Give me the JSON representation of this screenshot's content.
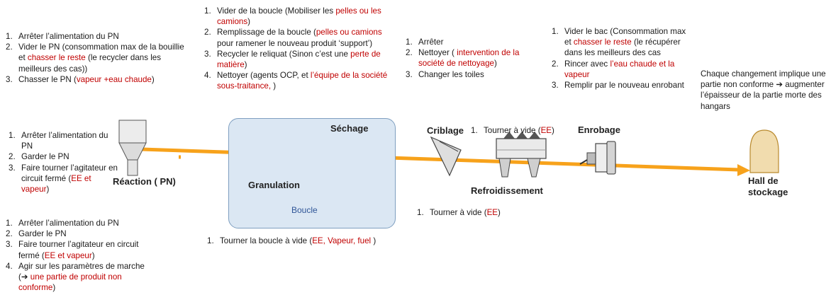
{
  "reaction_top": {
    "items": [
      {
        "num": "1.",
        "parts": [
          {
            "t": "Arrêter l’alimentation du PN",
            "red": false
          }
        ]
      },
      {
        "num": "2.",
        "parts": [
          {
            "t": "Vider le PN (consommation max de la bouillie et ",
            "red": false
          },
          {
            "t": "chasser le reste",
            "red": true
          },
          {
            "t": " (le recycler dans les meilleurs des cas))",
            "red": false
          }
        ]
      },
      {
        "num": "3.",
        "parts": [
          {
            "t": "Chasser le PN (",
            "red": false
          },
          {
            "t": "vapeur +eau chaude",
            "red": true
          },
          {
            "t": ")",
            "red": false
          }
        ]
      }
    ]
  },
  "reaction_mid": {
    "items": [
      {
        "num": "1.",
        "parts": [
          {
            "t": "Arrêter l’alimentation du PN",
            "red": false
          }
        ]
      },
      {
        "num": "2.",
        "parts": [
          {
            "t": "Garder le PN",
            "red": false
          }
        ]
      },
      {
        "num": "3.",
        "parts": [
          {
            "t": "Faire tourner l’agitateur en circuit fermé (",
            "red": false
          },
          {
            "t": "EE et vapeur",
            "red": true
          },
          {
            "t": ")",
            "red": false
          }
        ]
      }
    ]
  },
  "reaction_bottom": {
    "items": [
      {
        "num": "1.",
        "parts": [
          {
            "t": "Arrêter l’alimentation du PN",
            "red": false
          }
        ]
      },
      {
        "num": "2.",
        "parts": [
          {
            "t": "Garder le PN",
            "red": false
          }
        ]
      },
      {
        "num": "3.",
        "parts": [
          {
            "t": "Faire tourner l’agitateur en circuit fermé (",
            "red": false
          },
          {
            "t": "EE et vapeur",
            "red": true
          },
          {
            "t": ")",
            "red": false
          }
        ]
      },
      {
        "num": "4.",
        "parts": [
          {
            "t": "Agir sur les paramètres de marche (➔ ",
            "red": false
          },
          {
            "t": "une partie de produit non conforme",
            "red": true
          },
          {
            "t": ")",
            "red": false
          }
        ]
      }
    ]
  },
  "boucle_top": {
    "items": [
      {
        "num": "1.",
        "parts": [
          {
            "t": "Vider de la boucle (Mobiliser les ",
            "red": false
          },
          {
            "t": "pelles ou les camions",
            "red": true
          },
          {
            "t": ")",
            "red": false
          }
        ]
      },
      {
        "num": "2.",
        "parts": [
          {
            "t": "Remplissage de la boucle (",
            "red": false
          },
          {
            "t": "pelles ou camions",
            "red": true
          },
          {
            "t": " pour ramener le nouveau produit ‘support’)",
            "red": false
          }
        ]
      },
      {
        "num": "3.",
        "parts": [
          {
            "t": "Recycler le reliquat (Sinon c’est une ",
            "red": false
          },
          {
            "t": "perte de matière",
            "red": true
          },
          {
            "t": ")",
            "red": false
          }
        ]
      },
      {
        "num": "4.",
        "parts": [
          {
            "t": "Nettoyer (agents OCP, et ",
            "red": false
          },
          {
            "t": "l’équipe de la société sous-traitance,",
            "red": true
          },
          {
            "t": " )",
            "red": false
          }
        ]
      }
    ]
  },
  "boucle_bottom": {
    "items": [
      {
        "num": "1.",
        "parts": [
          {
            "t": "Tourner la boucle à vide (",
            "red": false
          },
          {
            "t": "EE, Vapeur, fuel",
            "red": true
          },
          {
            "t": " )",
            "red": false
          }
        ]
      }
    ]
  },
  "criblage_top": {
    "items": [
      {
        "num": "1.",
        "parts": [
          {
            "t": "Arrêter",
            "red": false
          }
        ]
      },
      {
        "num": "2.",
        "parts": [
          {
            "t": "Nettoyer ( ",
            "red": false
          },
          {
            "t": "intervention de la société de nettoyage",
            "red": true
          },
          {
            "t": ")",
            "red": false
          }
        ]
      },
      {
        "num": "3.",
        "parts": [
          {
            "t": "Changer les toiles",
            "red": false
          }
        ]
      }
    ]
  },
  "criblage_bottom": {
    "items": [
      {
        "num": "1.",
        "parts": [
          {
            "t": "Tourner à vide (",
            "red": false
          },
          {
            "t": "EE",
            "red": true
          },
          {
            "t": ")",
            "red": false
          }
        ]
      }
    ]
  },
  "refroid_top": {
    "items": [
      {
        "num": "1.",
        "parts": [
          {
            "t": "Tourner à vide (",
            "red": false
          },
          {
            "t": "EE",
            "red": true
          },
          {
            "t": ")",
            "red": false
          }
        ]
      }
    ]
  },
  "enrobage_top": {
    "items": [
      {
        "num": "1.",
        "parts": [
          {
            "t": "Vider le bac (Consommation max et ",
            "red": false
          },
          {
            "t": "chasser le reste",
            "red": true
          },
          {
            "t": " (le récupérer dans les meilleurs des cas",
            "red": false
          }
        ]
      },
      {
        "num": "2.",
        "parts": [
          {
            "t": "Rincer avec ",
            "red": false
          },
          {
            "t": "l’eau chaude et la vapeur",
            "red": true
          }
        ]
      },
      {
        "num": "3.",
        "parts": [
          {
            "t": "Remplir par le nouveau enrobant",
            "red": false
          }
        ]
      }
    ]
  },
  "note": "Chaque changement implique une partie non conforme ➔ augmenter l’épaisseur de la partie morte des hangars",
  "labels": {
    "reaction": "Réaction ( PN)",
    "granulation": "Granulation",
    "sechage": "Séchage",
    "boucle": "Boucle",
    "criblage": "Criblage",
    "refroidissement": "Refroidissement",
    "enrobage": "Enrobage",
    "hall": "Hall de stockage"
  },
  "colors": {
    "flow": "#f7a21b",
    "accent": "#c00000",
    "boucle_fill": "#dbe7f3",
    "boucle_text": "#2f5597",
    "hall_fill": "#f1dcae"
  }
}
